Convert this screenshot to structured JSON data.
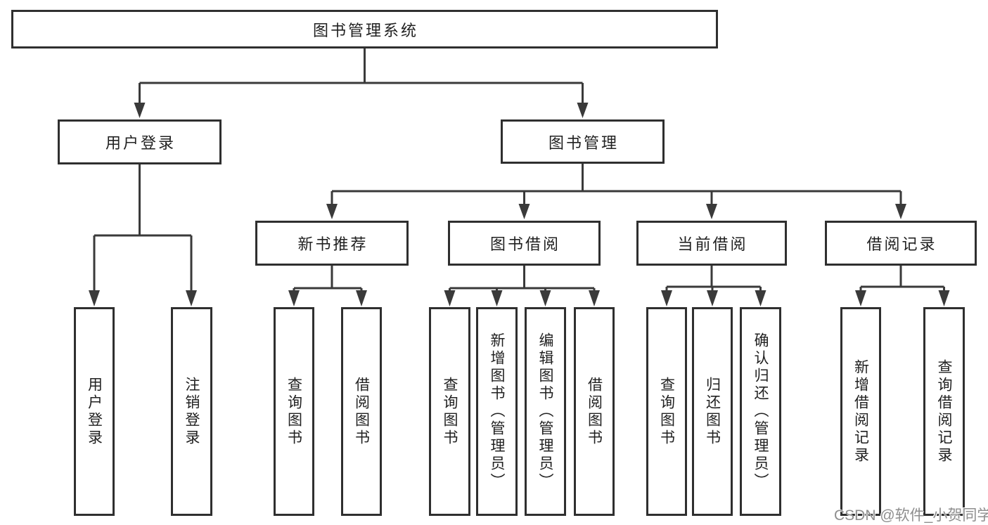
{
  "diagram": {
    "title": "图书管理系统",
    "tree": {
      "label": "图书管理系统",
      "children": [
        {
          "label": "用户登录",
          "children": [
            {
              "label": "用户登录"
            },
            {
              "label": "注销登录"
            }
          ]
        },
        {
          "label": "图书管理",
          "children": [
            {
              "label": "新书推荐",
              "children": [
                {
                  "label": "查询图书"
                },
                {
                  "label": "借阅图书"
                }
              ]
            },
            {
              "label": "图书借阅",
              "children": [
                {
                  "label": "查询图书"
                },
                {
                  "label": "新增图书（管理员）"
                },
                {
                  "label": "编辑图书（管理员）"
                },
                {
                  "label": "借阅图书"
                }
              ]
            },
            {
              "label": "当前借阅",
              "children": [
                {
                  "label": "查询图书"
                },
                {
                  "label": "归还图书"
                },
                {
                  "label": "确认归还（管理员）"
                }
              ]
            },
            {
              "label": "借阅记录",
              "children": [
                {
                  "label": "新增借阅记录"
                },
                {
                  "label": "查询借阅记录"
                }
              ]
            }
          ]
        }
      ]
    }
  },
  "watermark": {
    "text": "CSDN @软件_小贺同学"
  },
  "colors": {
    "background": "#ffffff",
    "box_border": "#2f2f2f",
    "connector_line": "#3a3a3a",
    "text": "#212121",
    "watermark_text": "#8e8e8e"
  }
}
